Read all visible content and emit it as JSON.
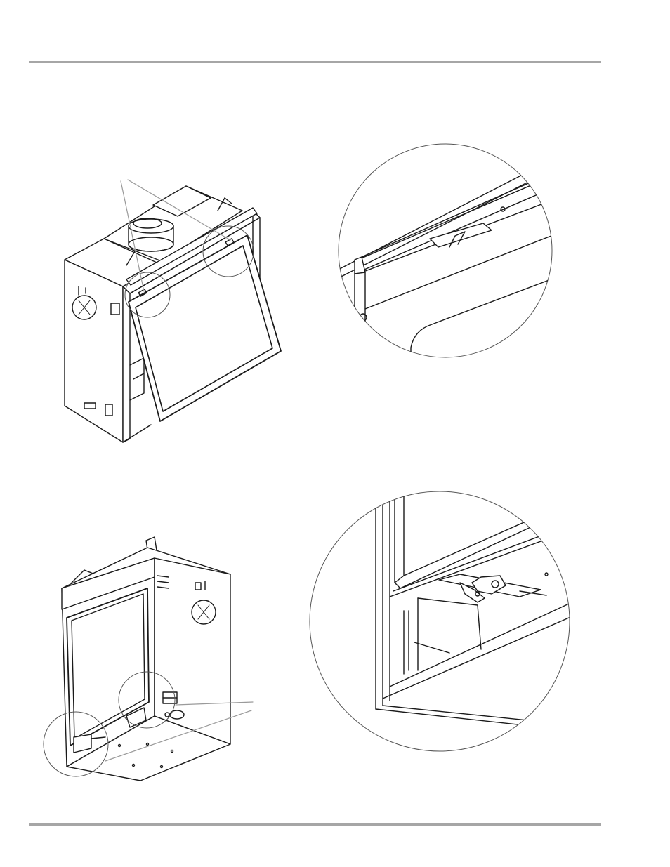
{
  "page": {
    "rule_color": "#a6a6a6",
    "line_color": "#1a1a1a",
    "leader_color": "#9a9a9a"
  },
  "figures": [
    {
      "name": "fireplace-front-view-glass-open",
      "icon": "fireplace-drawing-icon"
    },
    {
      "name": "detail-top-latch-closeup",
      "icon": "magnified-detail-icon"
    },
    {
      "name": "fireplace-front-view-glass-closed",
      "icon": "fireplace-drawing-icon"
    },
    {
      "name": "detail-bottom-latch-closeup",
      "icon": "magnified-detail-icon"
    }
  ]
}
